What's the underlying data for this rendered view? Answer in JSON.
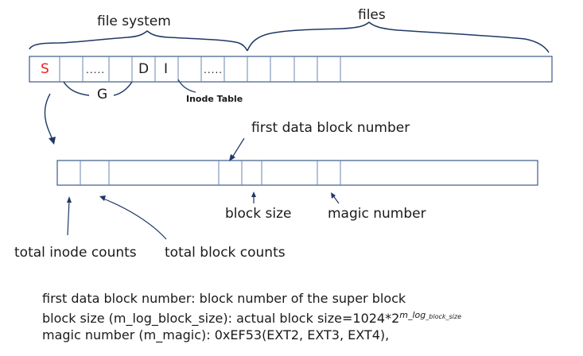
{
  "diagram": {
    "top_bar": {
      "brace_left_label": "file system",
      "brace_right_label": "files",
      "cells": {
        "super": "S",
        "dots_1": ".....",
        "descriptor": "D",
        "inode": "I",
        "dots_2": "....."
      },
      "group_label": "G",
      "inode_table_label": "Inode Table"
    },
    "super_block": {
      "first_data_block_label": "first data block number",
      "block_size_label": "block size",
      "magic_number_label": "magic number",
      "total_inode_label": "total inode counts",
      "total_block_label": "total block counts"
    },
    "notes": {
      "line1": "first data block number: block number of the super block",
      "line2_prefix": "block size (m_log_block_size): actual block size=1024*2",
      "line2_sup": "m_log",
      "line2_sub": "_block_size",
      "line3": "magic number (m_magic): 0xEF53(EXT2, EXT3, EXT4),"
    },
    "colors": {
      "super_letter": "#e8231f",
      "box_stroke": "#3b5a8a",
      "line": "#1f3864"
    }
  }
}
